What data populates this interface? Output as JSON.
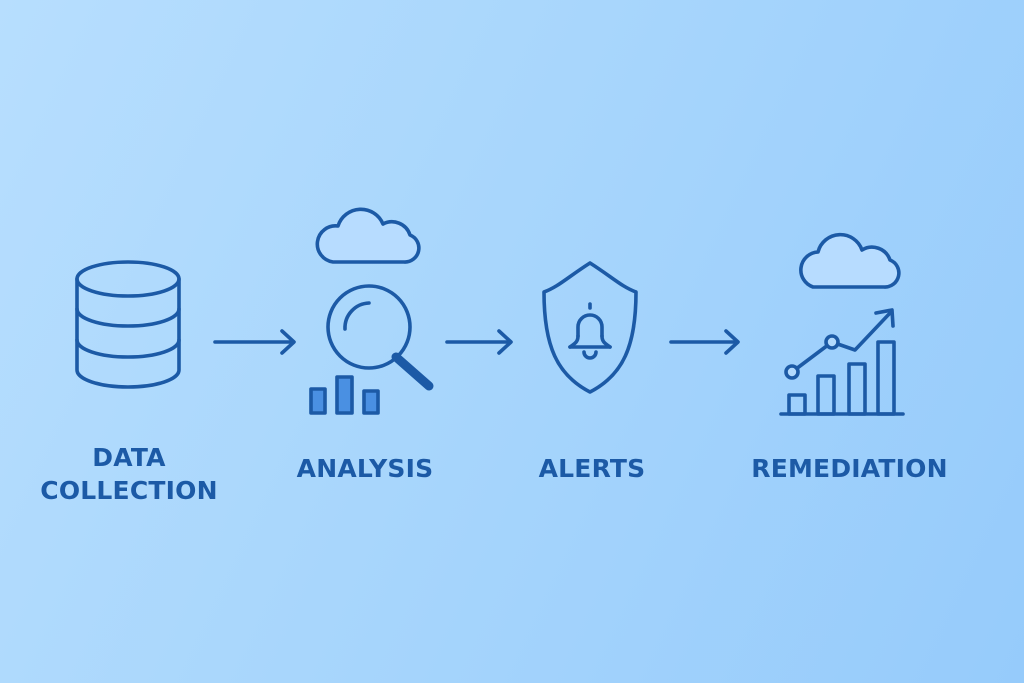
{
  "colors": {
    "background_start": "#b7defe",
    "background_end": "#96cbfb",
    "stroke": "#1c5aa6",
    "accent_fill": "#4a90e2",
    "cloud_fill": "#b7dcff"
  },
  "stages": [
    {
      "name": "data-collection",
      "icon": "database-icon",
      "label_line1": "DATA",
      "label_line2": "COLLECTION"
    },
    {
      "name": "analysis",
      "icon": "magnifier-chart-icon",
      "label": "ANALYSIS"
    },
    {
      "name": "alerts",
      "icon": "shield-bell-icon",
      "label": "ALERTS"
    },
    {
      "name": "remediation",
      "icon": "growth-chart-icon",
      "label": "REMEDIATION"
    }
  ],
  "connectors": [
    {
      "from": "data-collection",
      "to": "analysis",
      "icon": "arrow-right-icon"
    },
    {
      "from": "analysis",
      "to": "alerts",
      "icon": "arrow-right-icon"
    },
    {
      "from": "alerts",
      "to": "remediation",
      "icon": "arrow-right-icon"
    }
  ]
}
